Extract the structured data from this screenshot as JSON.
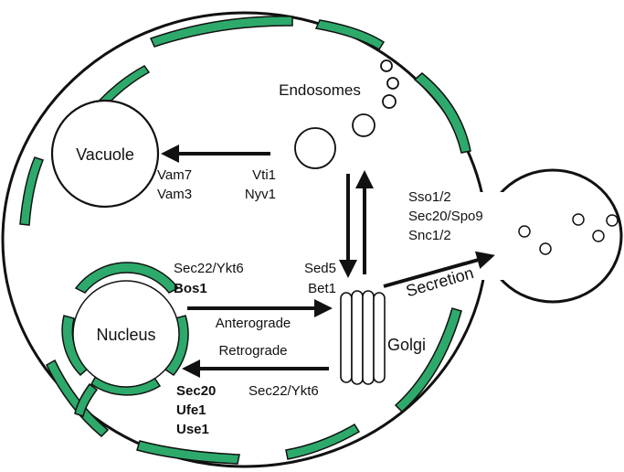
{
  "colors": {
    "membrane": "#2daa6b",
    "outline": "#111111",
    "background": "#ffffff"
  },
  "organelles": {
    "vacuole": "Vacuole",
    "nucleus": "Nucleus",
    "endosomes": "Endosomes",
    "golgi": "Golgi"
  },
  "pathways": {
    "anterograde": "Anterograde",
    "retrograde": "Retrograde",
    "secretion": "Secretion"
  },
  "snares": {
    "vacuole_left": [
      "Vam7",
      "Vam3"
    ],
    "vacuole_right": [
      "Vti1",
      "Nyv1"
    ],
    "golgi_upper": [
      "Sed5",
      "Bet1"
    ],
    "er_upper": [
      "Sec22/Ykt6",
      "Bos1"
    ],
    "er_lower": [
      "Sec20",
      "Ufe1",
      "Use1"
    ],
    "golgi_lower": "Sec22/Ykt6",
    "bud": [
      "Sso1/2",
      "Sec20/Spo9",
      "Snc1/2"
    ]
  }
}
